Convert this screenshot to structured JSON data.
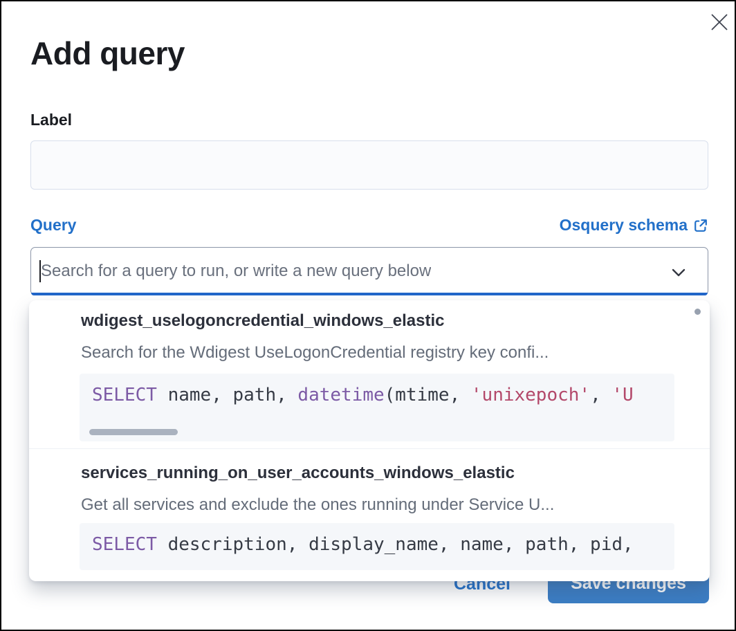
{
  "modal": {
    "title": "Add query"
  },
  "icons": {
    "close_icon": "✕",
    "external_link_icon": "↗",
    "chevron_down_icon": "⌄",
    "text_cursor": "|"
  },
  "form": {
    "label_field": {
      "label": "Label",
      "value": "",
      "placeholder": ""
    },
    "query_field": {
      "label": "Query",
      "schema_link_label": "Osquery schema",
      "search_value": "",
      "search_placeholder": "Search for a query to run, or write a new query below"
    }
  },
  "dropdown": {
    "options": [
      {
        "id": "wdigest_uselogoncredential_windows_elastic",
        "description": "Search for the Wdigest UseLogonCredential registry key confi...",
        "sql": [
          {
            "type": "keyword",
            "text": "SELECT"
          },
          {
            "type": "plain",
            "text": " name, path, "
          },
          {
            "type": "keyword",
            "text": "datetime"
          },
          {
            "type": "plain",
            "text": "(mtime, "
          },
          {
            "type": "string",
            "text": "'unixepoch'"
          },
          {
            "type": "plain",
            "text": ", "
          },
          {
            "type": "string",
            "text": "'U"
          }
        ]
      },
      {
        "id": "services_running_on_user_accounts_windows_elastic",
        "description": "Get all services and exclude the ones running under Service U...",
        "sql": [
          {
            "type": "keyword",
            "text": "SELECT"
          },
          {
            "type": "plain",
            "text": " description, display_name, name, path, pid,"
          }
        ]
      }
    ]
  },
  "footer": {
    "cancel_label": "Cancel",
    "save_label": "Save changes"
  },
  "colors": {
    "accent_blue": "#2270c9",
    "save_button_fill": "#3b7dc4",
    "focus_bar": "#2166c9",
    "code_keyword": "#7c5aa5",
    "code_string": "#b3486a",
    "code_background": "#f5f7fa",
    "input_border": "#d8dfec",
    "text_primary": "#1a1c21",
    "text_secondary": "#646c79"
  }
}
